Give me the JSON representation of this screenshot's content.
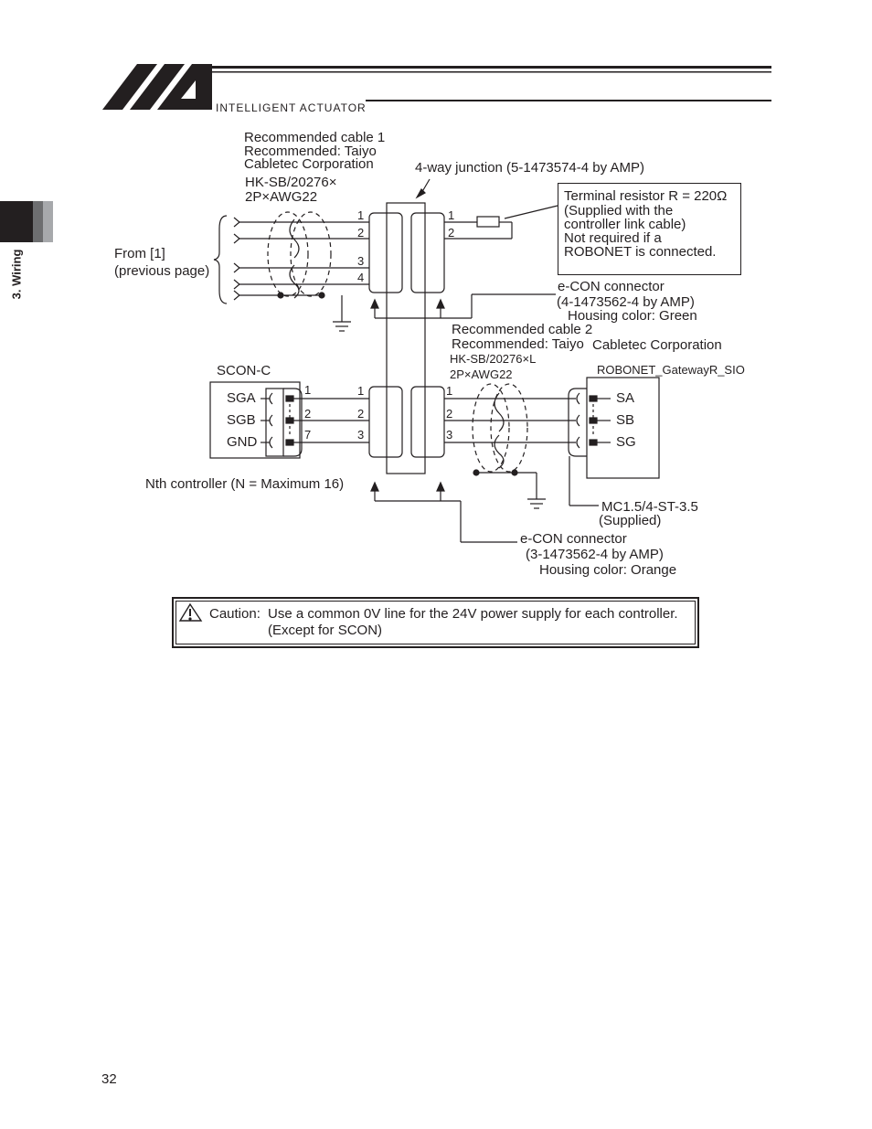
{
  "header": {
    "company": "INTELLIGENT ACTUATOR"
  },
  "side_tab": {
    "label": "3. Wiring"
  },
  "page_number": "32",
  "diagram": {
    "cable1": {
      "line1": "Recommended cable 1",
      "line2": "Recommended: Taiyo",
      "line3": "Cabletec Corporation",
      "line4": "HK-SB/20276×",
      "line5": "2P×AWG22"
    },
    "junction": "4-way junction (5-1473574-4 by AMP)",
    "terminal": {
      "line1": "Terminal resistor R = 220Ω",
      "line2": "(Supplied with the",
      "line3": "controller link cable)",
      "line4": "Not required if a",
      "line5": "ROBONET is connected."
    },
    "from": {
      "line1": "From [1]",
      "line2": "(previous page)"
    },
    "econ_green": {
      "line1": "e-CON connector",
      "line2": "(4-1473562-4 by AMP)",
      "line3": "Housing color: Green"
    },
    "cable2": {
      "line1": "Recommended cable 2",
      "line2": "Recommended: Taiyo",
      "line2b": "Cabletec Corporation",
      "line3": "HK-SB/20276×L",
      "line4": "2P×AWG22"
    },
    "scon": {
      "title": "SCON-C",
      "pins": [
        "SGA",
        "SGB",
        "GND"
      ],
      "numbers": [
        "1",
        "2",
        "7"
      ]
    },
    "robonet": {
      "title": "ROBONET_GatewayR_SIO",
      "pins": [
        "SA",
        "SB",
        "SG"
      ]
    },
    "nth": "Nth controller (N = Maximum 16)",
    "mc": {
      "line1": "MC1.5/4-ST-3.5",
      "line2": "(Supplied)"
    },
    "econ_orange": {
      "line1": "e-CON connector",
      "line2": "(3-1473562-4 by AMP)",
      "line3": "Housing color: Orange"
    },
    "top_pins_left": [
      "1",
      "2",
      "3",
      "4"
    ],
    "top_pins_right": [
      "1",
      "2"
    ],
    "bot_pins_left": [
      "1",
      "2",
      "3"
    ],
    "bot_pins_right": [
      "1",
      "2",
      "3"
    ]
  },
  "caution": {
    "label": "Caution:",
    "line1": "Use a common 0V line for the 24V power supply for each controller.",
    "line2": "(Except for SCON)"
  }
}
